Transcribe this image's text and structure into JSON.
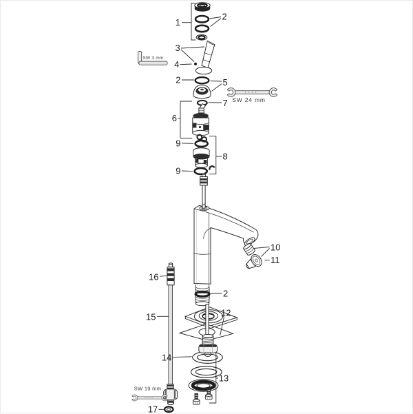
{
  "diagram": {
    "callouts": {
      "n1": "1",
      "n2": "2",
      "n3": "3",
      "n4": "4",
      "n5": "5",
      "n6": "6",
      "n7": "7",
      "n8": "8",
      "n9": "9",
      "n10": "10",
      "n11": "11",
      "n12": "12",
      "n13": "13",
      "n14": "14",
      "n15": "15",
      "n16": "16",
      "n17": "17"
    },
    "tools": {
      "allen_key_label": "SW 3 mm",
      "wrench_large_label": "SW 24 mm",
      "wrench_small_label": "SW 19 mm"
    },
    "colors": {
      "line": "#2b2b2b",
      "dark_fill": "#2d2d2d",
      "metal": "#ededed"
    }
  }
}
